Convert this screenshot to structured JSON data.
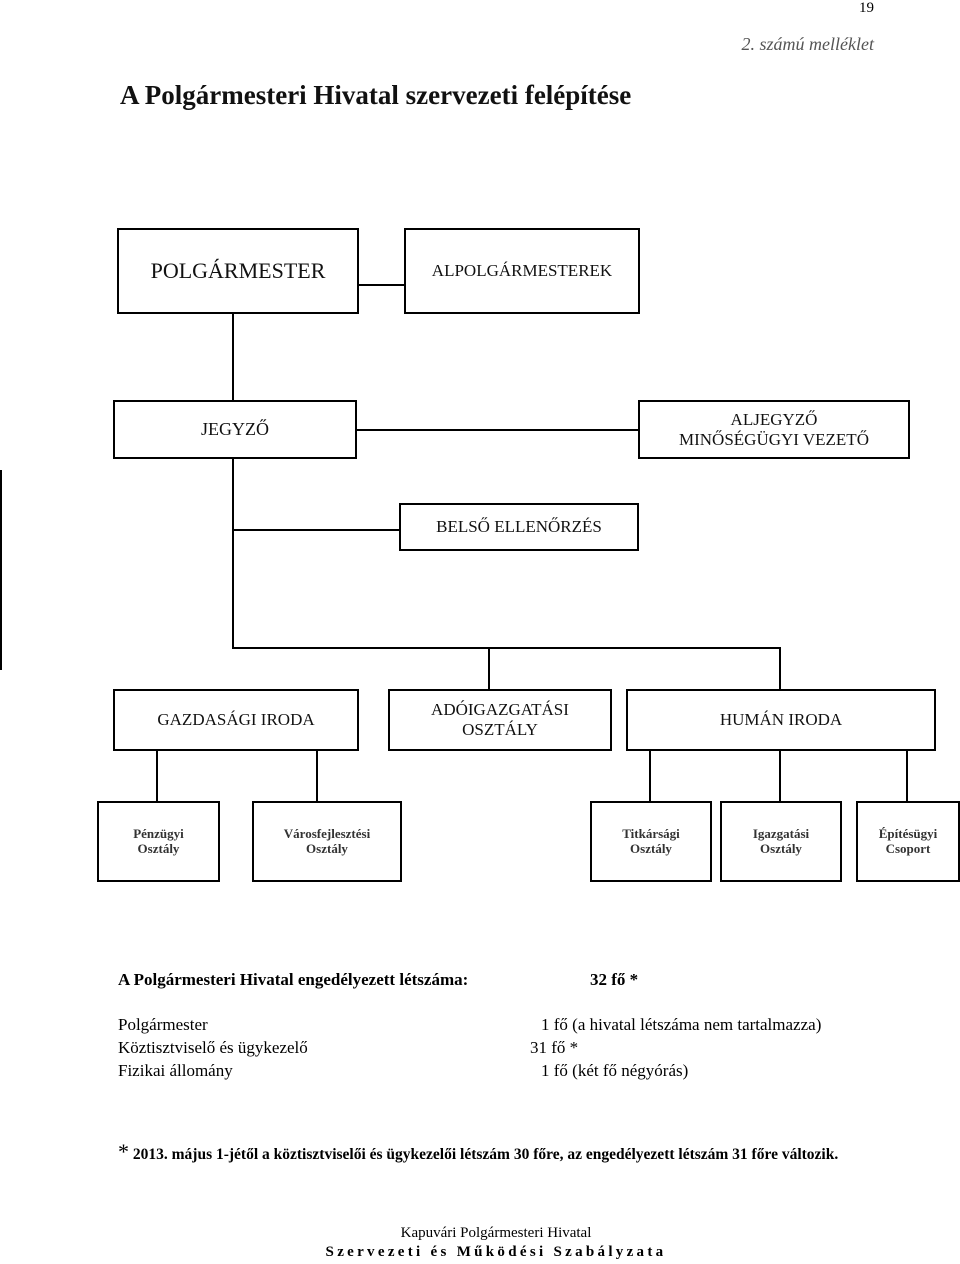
{
  "header": {
    "page_number": "19",
    "annex_label": "2. számú melléklet",
    "title": "A Polgármesteri Hivatal szervezeti felépítése"
  },
  "org_chart": {
    "mayor": "POLGÁRMESTER",
    "deputy_mayors": "ALPOLGÁRMESTEREK",
    "notary": "JEGYZŐ",
    "deputy_notary_line1": "ALJEGYZŐ",
    "deputy_notary_line2": "MINŐSÉGÜGYI VEZETŐ",
    "internal_audit": "BELSŐ ELLENŐRZÉS",
    "economic_office": "GAZDASÁGI IRODA",
    "tax_dept_line1": "ADÓIGAZGATÁSI",
    "tax_dept_line2": "OSZTÁLY",
    "human_office": "HUMÁN IRODA",
    "units": [
      {
        "line1": "Pénzügyi",
        "line2": "Osztály"
      },
      {
        "line1": "Városfejlesztési",
        "line2": "Osztály"
      },
      {
        "line1": "Titkársági",
        "line2": "Osztály"
      },
      {
        "line1": "Igazgatási",
        "line2": "Osztály"
      },
      {
        "line1": "Építésügyi",
        "line2": "Csoport"
      }
    ]
  },
  "staffing": {
    "heading_label": "A Polgármesteri Hivatal engedélyezett létszáma:",
    "heading_value": "32 fő *",
    "rows": [
      {
        "label": "Polgármester",
        "value": "1 fő (a hivatal létszáma nem tartalmazza)"
      },
      {
        "label": "Köztisztviselő és ügykezelő",
        "value": "31 fő *"
      },
      {
        "label": "Fizikai állomány",
        "value": "1 fő (két fő négyórás)"
      }
    ],
    "note_star": "*",
    "note_text": "2013. május 1-jétől a köztisztviselői és ügykezelői létszám 30 főre, az engedélyezett létszám 31 főre változik."
  },
  "footer": {
    "line1": "Kapuvári Polgármesteri Hivatal",
    "line2": "Szervezeti és Működési Szabályzata"
  }
}
